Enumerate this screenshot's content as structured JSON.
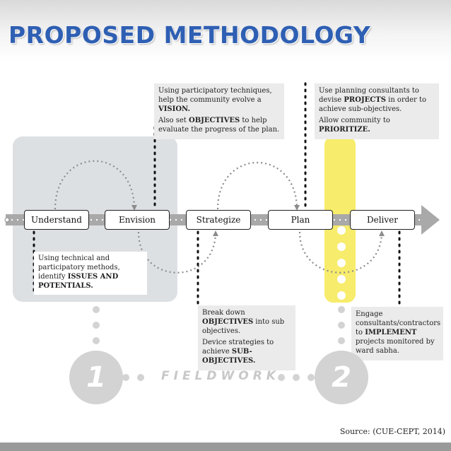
{
  "title": "PROPOSED METHODOLOGY",
  "stages": [
    "Understand",
    "Envision",
    "Strategize",
    "Plan",
    "Deliver"
  ],
  "notes": {
    "envision": {
      "line1_text": "Using participatory techniques, help the community evolve a ",
      "line1_bold": "VISION.",
      "line2_pre": "Also set ",
      "line2_bold": "OBJECTIVES",
      "line2_post": " to help evaluate the progress of the plan."
    },
    "plan": {
      "line1_pre": "Use planning consultants to devise ",
      "line1_bold": "PROJECTS",
      "line1_post": " in order to achieve sub-objectives.",
      "line2_pre": "Allow community to ",
      "line2_bold": "PRIORITIZE."
    },
    "understand": {
      "text": "Using technical and participatory methods, identify ",
      "bold": "ISSUES AND POTENTIALS."
    },
    "strategize": {
      "line1_pre": "Break down ",
      "line1_bold": "OBJECTIVES",
      "line1_post": " into sub objectives.",
      "line2_pre": "Device strategies to achieve ",
      "line2_bold": "SUB-OBJECTIVES."
    },
    "deliver": {
      "pre": "Engage consultants/contractors to ",
      "bold": "IMPLEMENT",
      "post": " projects monitored by ward sabha."
    }
  },
  "phase_numbers": [
    "1",
    "2"
  ],
  "fieldwork_label": "FIELDWORK",
  "source": "Source: (CUE-CEPT, 2014)",
  "colors": {
    "title": "#2e5fb3",
    "highlight": "#f7ec6b",
    "panel": "#dde0e3",
    "arrow": "#a9a9a9"
  }
}
